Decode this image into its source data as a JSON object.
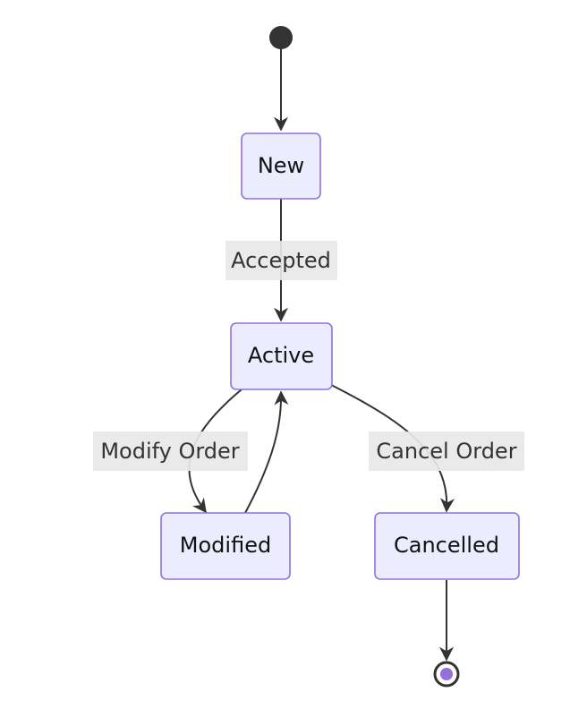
{
  "diagram": {
    "states": {
      "new": "New",
      "active": "Active",
      "modified": "Modified",
      "cancelled": "Cancelled"
    },
    "transitions": {
      "accepted": "Accepted",
      "modify_order": "Modify Order",
      "cancel_order": "Cancel Order"
    },
    "colors": {
      "state_fill": "#ECECFF",
      "state_border": "#9370DB",
      "edge": "#333333",
      "label_background": "#E8E8E8",
      "start_node": "#333333",
      "end_node_inner": "#9370DB"
    }
  }
}
